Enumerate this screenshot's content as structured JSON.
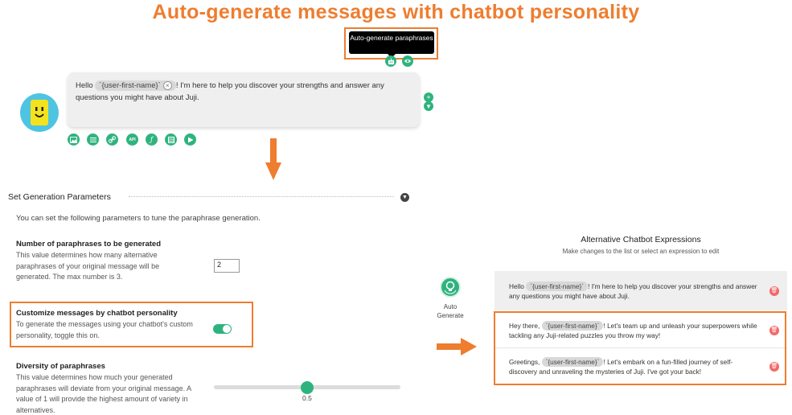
{
  "heading": "Auto-generate messages with chatbot personality",
  "tooltip": {
    "text": "Auto-generate paraphrases"
  },
  "editor": {
    "message_before": "Hello ",
    "chip_label": "`{user-first-name}`",
    "chip_remove": "×",
    "message_after": "! I'm here to help you discover your strengths and answer any questions you might have about Juji.",
    "add_icon": "+",
    "down_icon": "▾",
    "toolbar_icons": [
      "image-icon",
      "list-icon",
      "link-icon",
      "api-icon",
      "function-icon",
      "table-icon",
      "send-icon"
    ]
  },
  "params": {
    "section_title": "Set Generation Parameters",
    "intro": "You can set the following parameters to tune the paraphrase generation.",
    "count": {
      "title": "Number of paraphrases to be generated",
      "desc": "This value determines how many alternative paraphrases of your original message will be generated. The max number is 3.",
      "value": "2"
    },
    "personality": {
      "title": "Customize messages by chatbot personality",
      "desc": "To generate the messages using your chatbot's custom personality, toggle this on.",
      "enabled": true
    },
    "diversity": {
      "title": "Diversity of paraphrases",
      "desc": "This value determines how much your generated paraphrases will deviate from your original message. A value of 1 will provide the highest amount of variety in alternatives.",
      "value": "0.5",
      "level": 0.5
    }
  },
  "autogen": {
    "label": "Auto Generate"
  },
  "alternatives": {
    "title": "Alternative Chatbot Expressions",
    "subtitle": "Make changes to the list or select an expression to edit",
    "items": [
      {
        "before": "Hello ",
        "chip": "`{user-first-name}`",
        "after": "! I'm here to help you discover your strengths and answer any questions you might have about Juji."
      },
      {
        "before": "Hey there, ",
        "chip": "`{user-first-name}`",
        "after": "! Let's team up and unleash your superpowers while tackling any Juji-related puzzles you throw my way!"
      },
      {
        "before": "Greetings, ",
        "chip": "`{user-first-name}`",
        "after": "! Let's embark on a fun-filled journey of self-discovery and unraveling the mysteries of Juji. I've got your back!"
      }
    ]
  },
  "colors": {
    "accent": "#ee7d2f",
    "brand": "#2fb37e",
    "danger": "#f26a6a"
  }
}
